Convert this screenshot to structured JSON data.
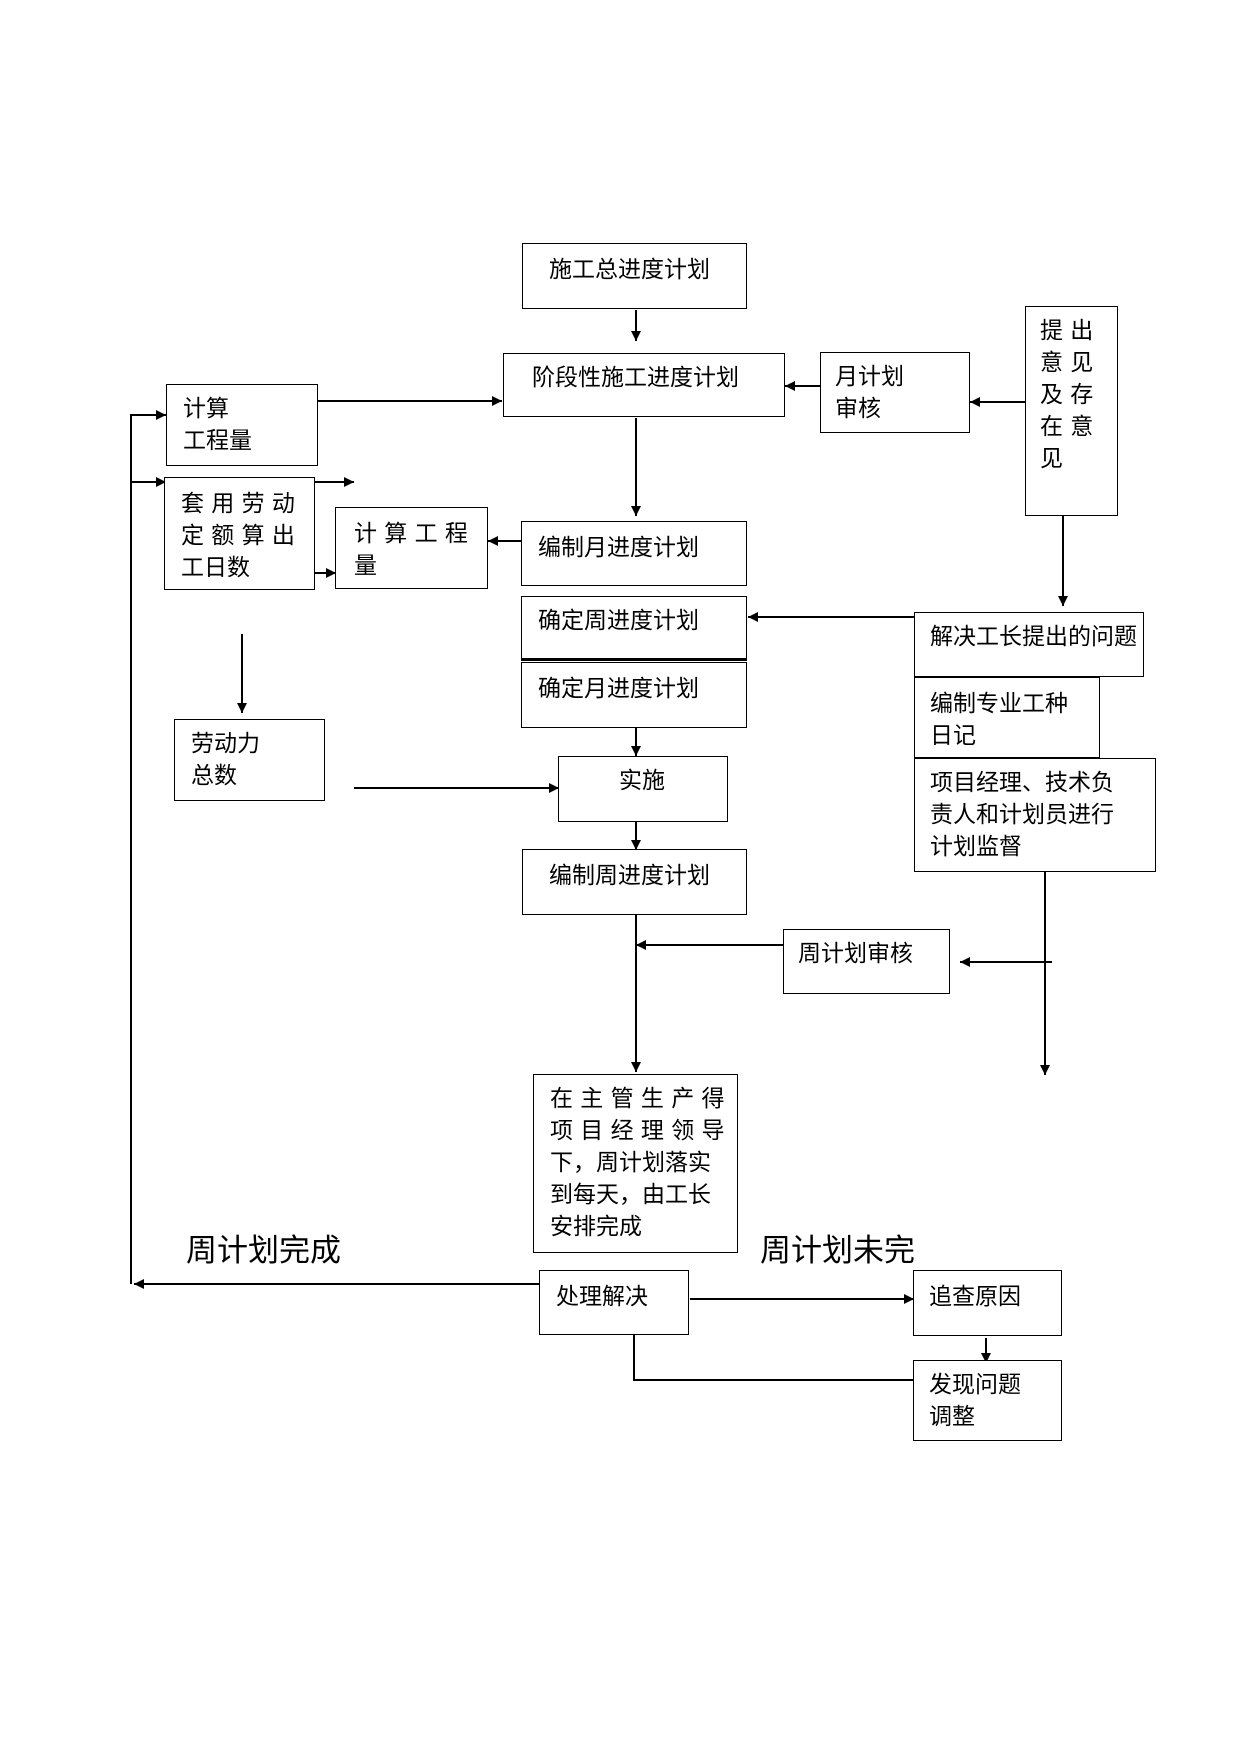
{
  "boxes": {
    "master_schedule": "施工总进度计划",
    "phase_schedule": "阶段性施工进度计划",
    "monthly_review": "月计划\n审核",
    "suggestions": "提 出\n意 见\n及 存\n在 意\n见",
    "calc_quantity": "计算\n工程量",
    "apply_quota": "套 用 劳 动\n定 额 算 出\n工日数",
    "calc_quantity2": "计 算 工 程\n量",
    "compile_monthly": "编制月进度计划",
    "confirm_weekly": "确定周进度计划",
    "confirm_monthly": "确定月进度计划",
    "solve_issues": "解决工长提出的问题",
    "trade_diary": "编制专业工种\n日记",
    "supervision": "项目经理、技术负\n责人和计划员进行\n计划监督",
    "labor_total": "劳动力\n总数",
    "implement": "实施",
    "compile_weekly": "编制周进度计划",
    "weekly_review": "周计划审核",
    "daily_execution": "在 主 管 生 产 得\n项 目 经 理 领 导\n下，周计划落实\n到每天，由工长\n安排完成",
    "handle_resolve": "处理解决",
    "trace_cause": "追查原因",
    "find_adjust": "发现问题\n调整"
  },
  "labels": {
    "weekly_done": "周计划完成",
    "weekly_not_done": "周计划未完"
  },
  "colors": {
    "line": "#000000",
    "background": "#ffffff"
  }
}
